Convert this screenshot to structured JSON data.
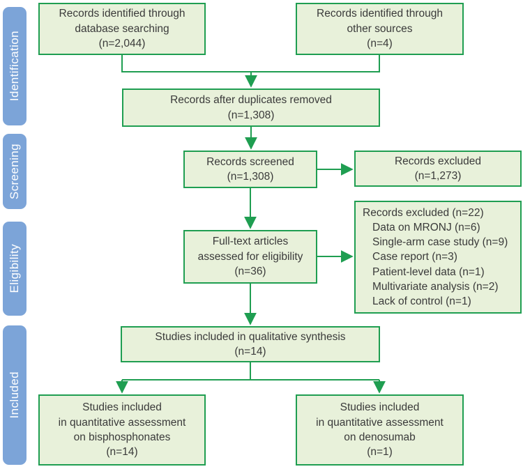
{
  "figure": {
    "kind": "PRISMA flow diagram"
  },
  "colors": {
    "box_fill": "#e8f1da",
    "box_border": "#1f9e51",
    "arrow": "#1f9e51",
    "stage_bar": "#7ca4d8",
    "stage_text": "#ffffff",
    "box_text": "#3a3a3a"
  },
  "sidebar": {
    "stages": [
      {
        "label": "Identification"
      },
      {
        "label": "Screening"
      },
      {
        "label": "Eligibility"
      },
      {
        "label": "Included"
      }
    ]
  },
  "boxes": {
    "database_search": {
      "text": "Records identified through\ndatabase searching\n(n=2,044)"
    },
    "other_sources": {
      "text": "Records identified through\nother sources\n(n=4)"
    },
    "after_duplicates": {
      "text": "Records after duplicates removed\n(n=1,308)"
    },
    "screened": {
      "text": "Records screened\n(n=1,308)"
    },
    "records_excluded": {
      "text": "Records excluded\n(n=1,273)"
    },
    "fulltext_assessed": {
      "text": "Full-text articles\nassessed for eligibility\n(n=36)"
    },
    "fulltext_excluded": {
      "title": "Records excluded (n=22)",
      "items": [
        "Data on MRONJ (n=6)",
        "Single-arm case study (n=9)",
        "Case report (n=3)",
        "Patient-level data (n=1)",
        "Multivariate analysis (n=2)",
        "Lack of control (n=1)"
      ]
    },
    "qualitative": {
      "text": "Studies included in qualitative synthesis\n(n=14)"
    },
    "quant_bisphosphonates": {
      "text": "Studies included\nin quantitative assessment\non bisphosphonates\n(n=14)"
    },
    "quant_denosumab": {
      "text": "Studies included\nin quantitative assessment\non denosumab\n(n=1)"
    }
  }
}
